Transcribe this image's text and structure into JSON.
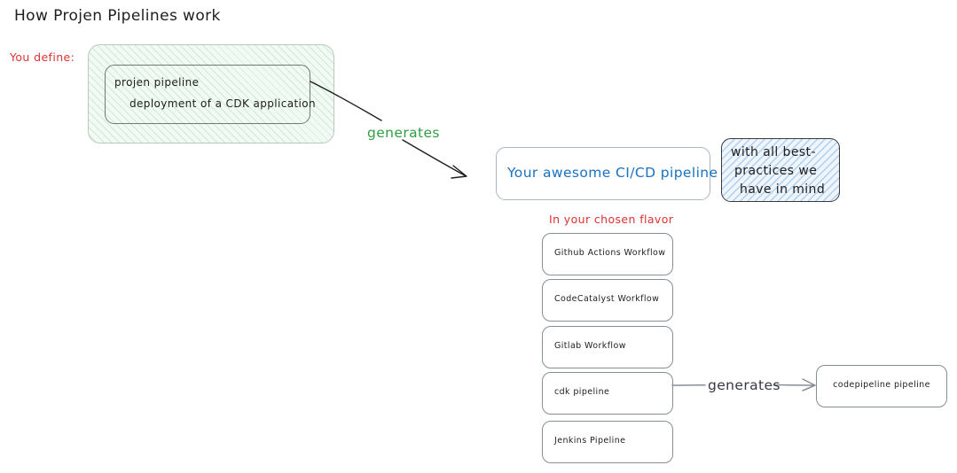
{
  "diagram": {
    "title": "How Projen Pipelines work",
    "you_define_label": "You define:",
    "define_box": {
      "line1": "projen pipeline",
      "line2": "deployment of a CDK application"
    },
    "generates_label_1": "generates",
    "cicd_box_label": "Your awesome CI/CD pipeline",
    "best_practices": {
      "line1": "with all best-",
      "line2": "practices we",
      "line3": "have in mind"
    },
    "flavor_label": "In your chosen flavor",
    "flavors": [
      {
        "label": "Github Actions Workflow"
      },
      {
        "label": "CodeCatalyst Workflow"
      },
      {
        "label": "Gitlab Workflow"
      },
      {
        "label": "cdk pipeline"
      },
      {
        "label": "Jenkins Pipeline"
      }
    ],
    "generates_label_2": "generates",
    "codepipeline_box_label": "codepipeline pipeline",
    "colors": {
      "red": "#e03131",
      "green": "#2f9e44",
      "blue": "#1971c2",
      "ink": "#1e1e1e",
      "gray_stroke": "#868e96",
      "green_fill": "#f2faf4",
      "blue_hatch": "#5696d6"
    }
  }
}
